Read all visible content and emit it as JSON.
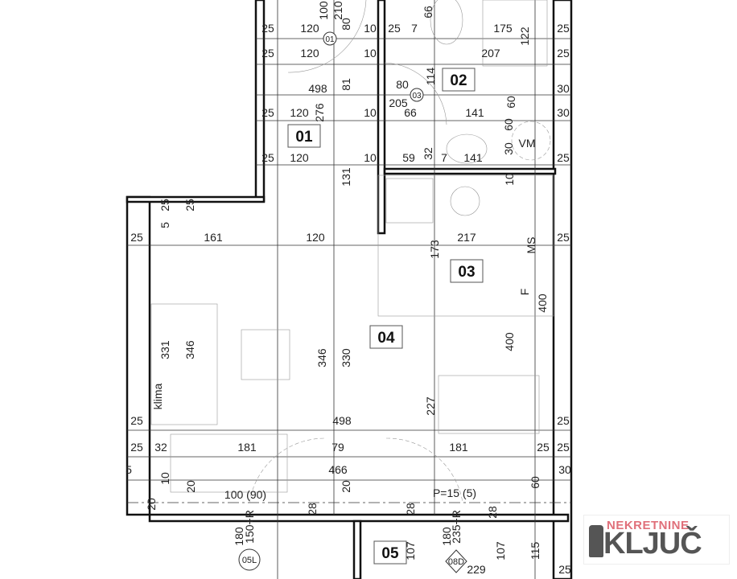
{
  "rooms": [
    "01",
    "02",
    "03",
    "04",
    "05"
  ],
  "labels": [
    "25",
    "120",
    "80",
    "10",
    "25",
    "7",
    "66",
    "175",
    "25",
    "25",
    "120",
    "10",
    "207",
    "122",
    "25",
    "498",
    "81",
    "80",
    "114",
    "30",
    "25",
    "120",
    "276",
    "10",
    "205",
    "66",
    "141",
    "60",
    "30",
    "25",
    "120",
    "10",
    "59",
    "32",
    "7",
    "141",
    "30",
    "25",
    "VM",
    "60",
    "131",
    "10",
    "25",
    "5",
    "25",
    "25",
    "161",
    "120",
    "217",
    "25",
    "MS",
    "173",
    "F",
    "400",
    "400",
    "331",
    "346",
    "346",
    "330",
    "klima",
    "227",
    "25",
    "498",
    "25",
    "25",
    "32",
    "181",
    "79",
    "181",
    "25",
    "25",
    "5",
    "466",
    "30",
    "10",
    "20",
    "100 (90)",
    "20",
    "P=15 (5)",
    "60",
    "20",
    "28",
    "28",
    "28",
    "180",
    "150+R",
    "180",
    "235+R",
    "107",
    "229",
    "107",
    "115",
    "25",
    "100",
    "210"
  ],
  "markers": {
    "door_01": "01",
    "door_03": "03",
    "window_05L": "05L",
    "window_08D": "08D"
  },
  "logo": {
    "top": "NEKRETNINE",
    "main": "KLJUČ",
    "colors": {
      "top": "#e0707a",
      "main": "#555555"
    }
  }
}
